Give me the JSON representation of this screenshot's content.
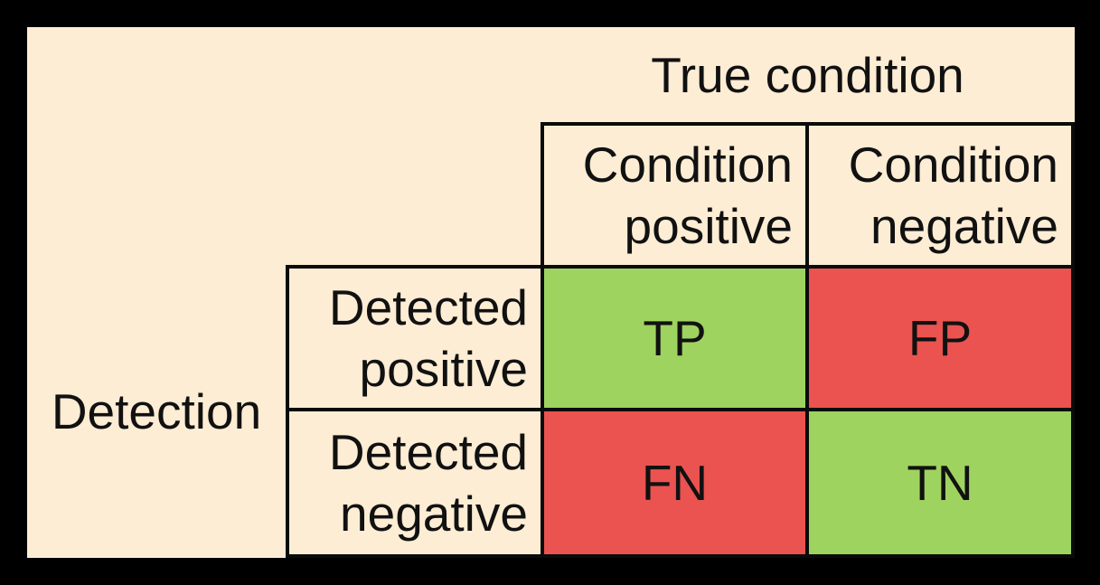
{
  "frame": {
    "background": "#000000",
    "surface": "#FDEDD4"
  },
  "colors": {
    "positive_cell": "#9ED360",
    "negative_cell": "#EB5350",
    "border": "#0B0B0B",
    "text": "#111111"
  },
  "matrix": {
    "column_axis_title": "True condition",
    "row_axis_title": "Detection",
    "column_headers": [
      "Condition positive",
      "Condition negative"
    ],
    "row_headers": [
      "Detected positive",
      "Detected negative"
    ],
    "cells": {
      "tp": {
        "label": "TP",
        "color": "#9ED360",
        "row": "Detected positive",
        "column": "Condition positive"
      },
      "fp": {
        "label": "FP",
        "color": "#EB5350",
        "row": "Detected positive",
        "column": "Condition negative"
      },
      "fn": {
        "label": "FN",
        "color": "#EB5350",
        "row": "Detected negative",
        "column": "Condition positive"
      },
      "tn": {
        "label": "TN",
        "color": "#9ED360",
        "row": "Detected negative",
        "column": "Condition negative"
      }
    }
  }
}
